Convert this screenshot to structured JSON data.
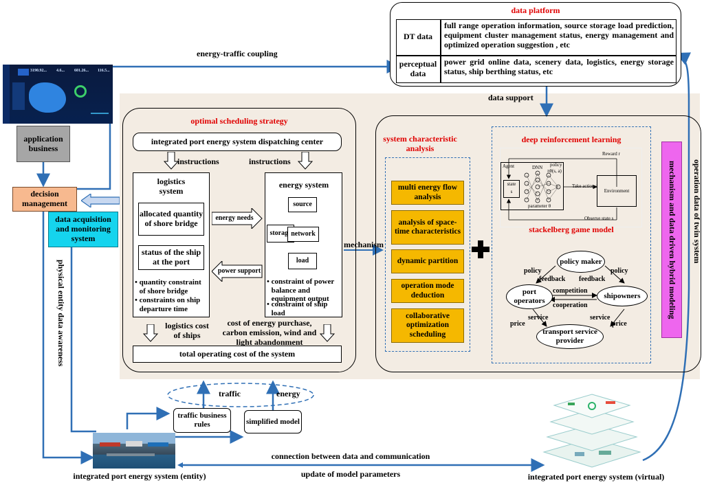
{
  "colors": {
    "beige_bg": "#f3ece3",
    "yellow": "#f5b800",
    "arrow_blue": "#2f6fb5",
    "red": "#e00000",
    "pink": "#ee66ee",
    "cyan": "#15d4ee",
    "orange": "#f7b98f",
    "gray": "#a6a6a6"
  },
  "data_platform": {
    "title": "data platform",
    "dt_label": "DT data",
    "dt_text": "full range operation information, source storage load prediction, equipment cluster management status, energy management and optimized operation suggestion , etc",
    "perc_label": "perceptual data",
    "perc_text": "power grid online data, scenery data, logistics, energy storage status, ship berthing status, etc"
  },
  "labels": {
    "energy_traffic_coupling": "energy-traffic coupling",
    "data_support": "data support",
    "application_business": "application business",
    "decision_management": "decision management",
    "data_acquisition": "data acquisition and monitoring system",
    "physical_awareness": "physical entity data awareness",
    "operation_data_twin": "operation data of twin system",
    "mechanism": "mechanism",
    "traffic": "traffic",
    "energy": "energy",
    "traffic_rules": "traffic business rules",
    "simplified_model": "simplified model",
    "entity": "integrated port energy system (entity)",
    "virtual": "integrated port energy system (virtual)",
    "connection": "connection between data and communication",
    "update": "update of model parameters"
  },
  "strategy": {
    "title": "optimal scheduling strategy",
    "center": "integrated port energy system dispatching center",
    "instructions1": "instructions",
    "instructions2": "instructions",
    "logistics_title": "logistics system",
    "alloc": "allocated quantity of shore bridge",
    "status_ship": "status of the ship at the port",
    "log_b1": "quantity constraint of shore bridge",
    "log_b2": "constraints on ship departure time",
    "energy_title": "energy system",
    "source": "source",
    "storage": "storage",
    "network": "network",
    "load": "load",
    "en_b1": "constraint of power balance and equipment output",
    "en_b2": "constraint of ship load",
    "energy_needs": "energy needs",
    "power_support": "power support",
    "logistics_cost": "logistics cost of ships",
    "energy_cost": "cost of energy purchase, carbon emission, wind and light abandonment",
    "total": "total operating cost of the system"
  },
  "analysis": {
    "title": "system characteristic analysis",
    "items": [
      "multi energy flow analysis",
      "analysis of space-time characteristics",
      "dynamic partition",
      "operation mode deduction",
      "collaborative optimization scheduling"
    ]
  },
  "drl": {
    "title": "deep reinforcement learning",
    "reward": "Reward r",
    "agent": "Agent",
    "dnn": "DNN",
    "policy": "policy",
    "policy_fn": "πθ(s, a)",
    "state": "state",
    "state_s": "s",
    "param": "parameter θ",
    "take_action": "Take action a",
    "environment": "Environment",
    "observe": "Observe state s"
  },
  "game": {
    "title": "stackelberg game model",
    "policy_maker": "policy maker",
    "port_operators": "port operators",
    "shipowners": "shipowners",
    "transport": "transport service provider",
    "policy_l": "policy",
    "policy_r": "policy",
    "feedback_l": "feedback",
    "feedback_r": "feedback",
    "competition": "competition",
    "cooperation": "cooperation",
    "price_l": "price",
    "service_l": "service",
    "service_r": "service",
    "price_r": "price"
  },
  "hybrid": "mechanism and data driven hybrid modeling",
  "dashboard": {
    "stats": [
      "3190.92...",
      "4.6...",
      "601.26...",
      "116.5..."
    ]
  }
}
